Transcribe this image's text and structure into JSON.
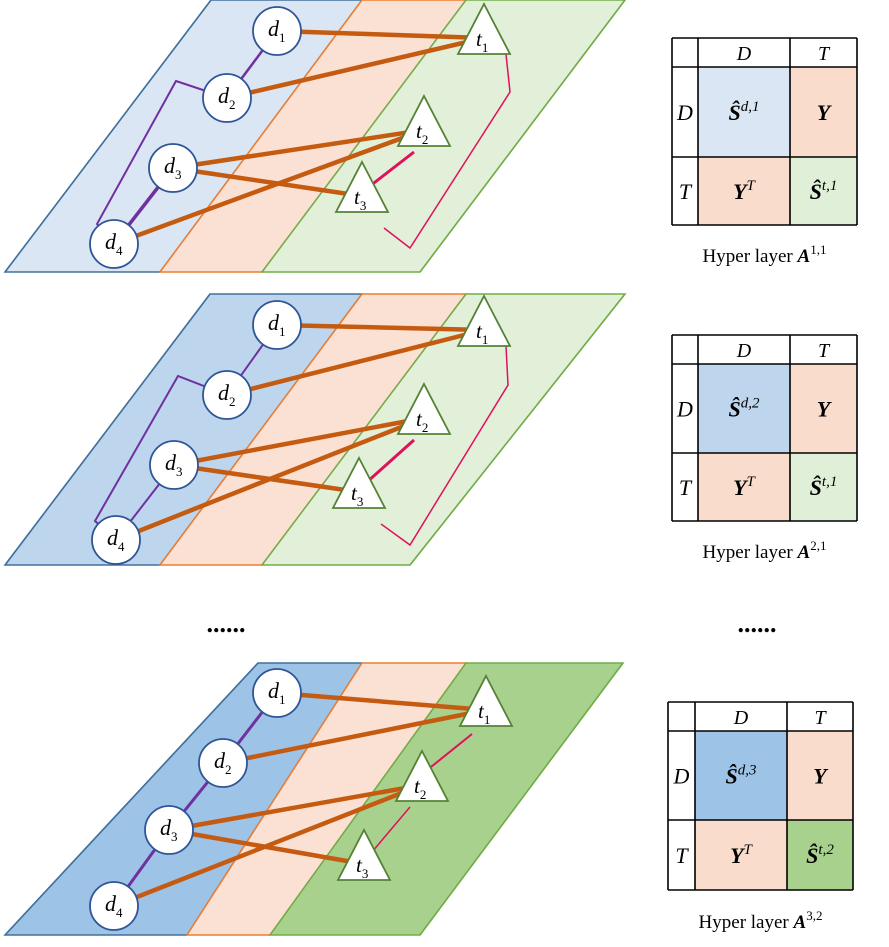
{
  "layers": [
    {
      "caption": {
        "text": "Hyper layer ",
        "sym": "A",
        "sup": "1,1"
      },
      "matrix": {
        "col_headers": [
          "D",
          "T"
        ],
        "row_headers": [
          "D",
          "T"
        ],
        "cells": [
          {
            "sym": "Ŝ",
            "sup": "d,1"
          },
          {
            "sym": "Y",
            "sup": ""
          },
          {
            "sym": "Y",
            "sup": "T"
          },
          {
            "sym": "Ŝ",
            "sup": "t,1"
          }
        ],
        "colors": [
          "#dae6f4",
          "#f9dccb",
          "#f9dccb",
          "#e0efd8"
        ]
      },
      "panel_colors": {
        "drug": "#dae6f4",
        "mid": "#fbe1d3",
        "target": "#e2f0d9"
      }
    },
    {
      "caption": {
        "text": "Hyper layer ",
        "sym": "A",
        "sup": "2,1"
      },
      "matrix": {
        "col_headers": [
          "D",
          "T"
        ],
        "row_headers": [
          "D",
          "T"
        ],
        "cells": [
          {
            "sym": "Ŝ",
            "sup": "d,2"
          },
          {
            "sym": "Y",
            "sup": ""
          },
          {
            "sym": "Y",
            "sup": "T"
          },
          {
            "sym": "Ŝ",
            "sup": "t,1"
          }
        ],
        "colors": [
          "#bdd6ee",
          "#f9dccb",
          "#f9dccb",
          "#e0efd8"
        ]
      },
      "panel_colors": {
        "drug": "#bdd6ee",
        "mid": "#fbe1d3",
        "target": "#e2f0d9"
      }
    },
    {
      "caption": {
        "text": "Hyper layer ",
        "sym": "A",
        "sup": "3,2"
      },
      "matrix": {
        "col_headers": [
          "D",
          "T"
        ],
        "row_headers": [
          "D",
          "T"
        ],
        "cells": [
          {
            "sym": "Ŝ",
            "sup": "d,3"
          },
          {
            "sym": "Y",
            "sup": ""
          },
          {
            "sym": "Y",
            "sup": "T"
          },
          {
            "sym": "Ŝ",
            "sup": "t,2"
          }
        ],
        "colors": [
          "#9dc3e6",
          "#f9dccb",
          "#f9dccb",
          "#a9d18e"
        ]
      },
      "panel_colors": {
        "drug": "#9dc3e6",
        "mid": "#fbe1d3",
        "target": "#a9d18e"
      }
    }
  ],
  "node_labels": {
    "drugs": [
      {
        "base": "d",
        "sub": "1"
      },
      {
        "base": "d",
        "sub": "2"
      },
      {
        "base": "d",
        "sub": "3"
      },
      {
        "base": "d",
        "sub": "4"
      }
    ],
    "targets": [
      {
        "base": "t",
        "sub": "1"
      },
      {
        "base": "t",
        "sub": "2"
      },
      {
        "base": "t",
        "sub": "3"
      }
    ]
  },
  "ellipsis": "......",
  "colors": {
    "drug_target_edge": "#c55a11",
    "drug_similarity_edge": "#7030a0",
    "target_similarity_edge": "#e0105c",
    "node_stroke": "#2f5597",
    "triangle_stroke": "#548235",
    "drug_panel_border": "#41719c",
    "mid_panel_border": "#ed7d31",
    "target_panel_border": "#70ad47"
  }
}
